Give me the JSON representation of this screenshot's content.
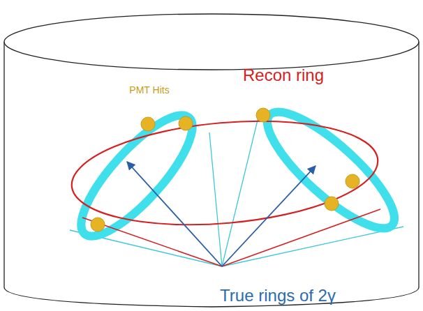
{
  "diagram": {
    "labels": [
      "Recon ring",
      "PMT Hits",
      "True rings of 2γ"
    ]
  }
}
